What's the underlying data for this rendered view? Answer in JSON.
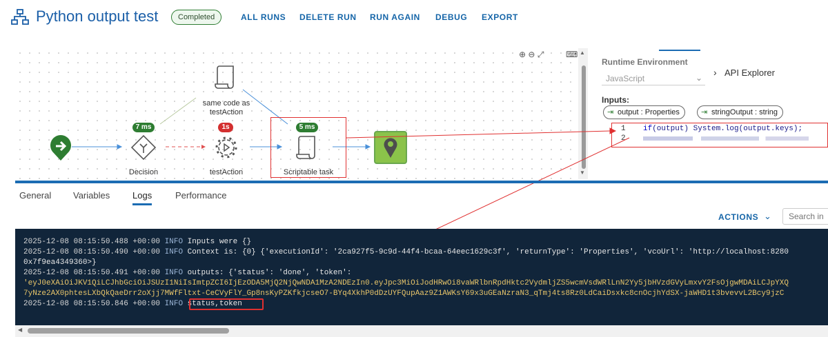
{
  "header": {
    "title": "Python output test",
    "status": "Completed",
    "actions": [
      "ALL RUNS",
      "DELETE RUN",
      "RUN AGAIN",
      "DEBUG",
      "EXPORT"
    ]
  },
  "workflow": {
    "nodes": {
      "start": {
        "icon": "arrow-right-icon"
      },
      "decision": {
        "label": "Decision",
        "time": "7 ms"
      },
      "test_action": {
        "label": "testAction",
        "time": "1s"
      },
      "scriptable_task": {
        "label": "Scriptable task",
        "time": "5 ms"
      },
      "side_note": {
        "label_line1": "same code as",
        "label_line2": "testAction"
      },
      "end": {
        "icon": "location-pin-icon"
      }
    },
    "colors": {
      "start": "#2e7d32",
      "end": "#6aa84f",
      "badge_ok": "#2e7d32",
      "badge_error": "#d32f2f"
    }
  },
  "right_panel": {
    "runtime_label": "Runtime Environment",
    "runtime_value": "JavaScript",
    "api_explorer": "API Explorer",
    "inputs_label": "Inputs:",
    "inputs": [
      "output : Properties",
      "stringOutput : string"
    ],
    "code": {
      "line1_num": "1",
      "line1_if": "if",
      "line1_rest": "(output) System.log(output.keys);",
      "line2_num": "2"
    }
  },
  "tabs": [
    "General",
    "Variables",
    "Logs",
    "Performance"
  ],
  "active_tab": "Logs",
  "actions_button": "ACTIONS",
  "search_placeholder": "Search in",
  "logs": [
    {
      "ts": "2025-12-08 08:15:50.488 +00:00",
      "level": "INFO",
      "msg": "Inputs were {}"
    },
    {
      "ts": "2025-12-08 08:15:50.490 +00:00",
      "level": "INFO",
      "msg": "Context is: {0} {'executionId': '2ca927f5-9c9d-44f4-bcaa-64eec1629c3f', 'returnType': 'Properties', 'vcoUrl': 'http://localhost:8280"
    },
    {
      "ts": "",
      "level": "",
      "msg": "0x7f9ea4349360>}"
    },
    {
      "ts": "2025-12-08 08:15:50.491 +00:00",
      "level": "INFO",
      "msg": "outputs:  {'status': 'done', 'token':"
    },
    {
      "ts": "",
      "level": "",
      "msg": "'eyJ0eXAiOiJKV1QiLCJhbGciOiJSUzI1NiIsImtpZCI6IjEzODA5MjQ2NjQwNDA1MzA2NDEzIn0.eyJpc3MiOiJodHRwOi8vaWRlbnRpdHktc2VydmljZS5wcmVsdWRlLnN2Yy5jbHVzdGVyLmxvY2FsOjgwMDAiLCJpYXQ"
    },
    {
      "ts": "",
      "level": "",
      "msg": "7yNze2AX0phtesLXbQkQaeDrr2oXjj7MWfFltxt-CeCVyFlY_Gp8nsKyPZKfkjcseO7-BYq4XkhP0dDzUYFQupAaz9Z1AWKsY69x3uGEaNzraN3_qTmj4ts8Rz0LdCaiDsxkc8cnOcjhYdSX-jaWHD1t3bvevvL2Bcy9jzC"
    },
    {
      "ts": "2025-12-08 08:15:50.846 +00:00",
      "level": "INFO",
      "msg": "status,token"
    }
  ]
}
